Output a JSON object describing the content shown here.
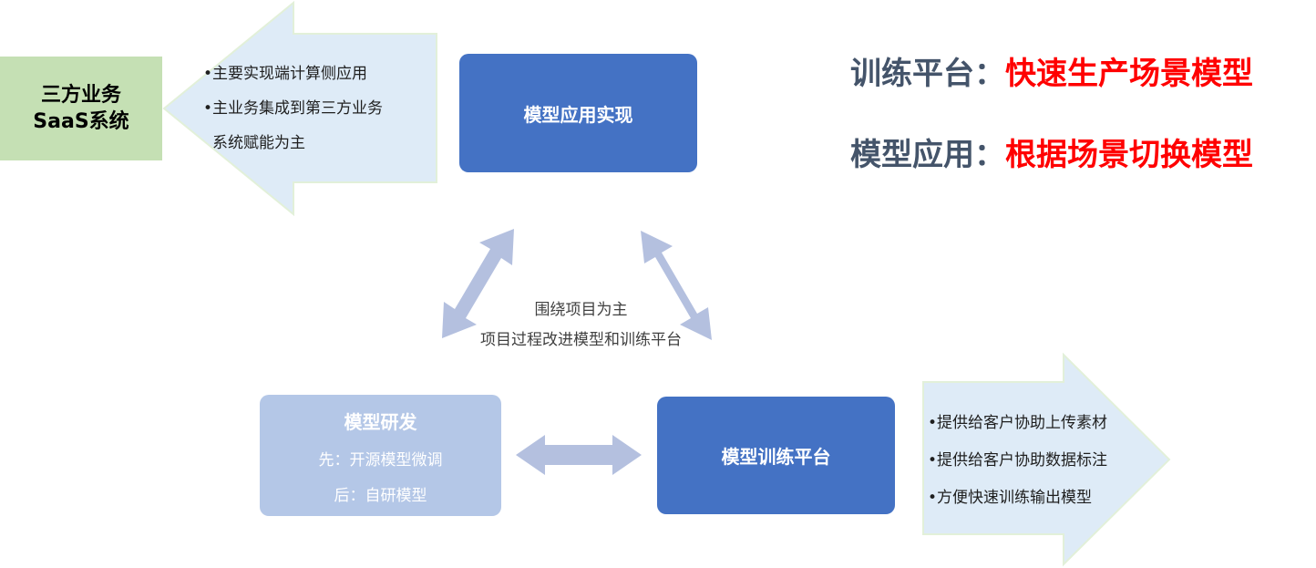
{
  "saas_box": {
    "line1": "三方业务",
    "line2": "SaaS系统"
  },
  "left_arrow": {
    "bullet1": "•主要实现端计算侧应用",
    "bullet2": "•主业务集成到第三方业务",
    "bullet2_cont": "系统赋能为主"
  },
  "app_box": {
    "label": "模型应用实现"
  },
  "headlines": [
    {
      "key": "训练平台：",
      "value": "快速生产场景模型"
    },
    {
      "key": "模型应用：",
      "value": "根据场景切换模型"
    }
  ],
  "center": {
    "line1": "围绕项目为主",
    "line2": "项目过程改进模型和训练平台"
  },
  "dev_box": {
    "title": "模型研发",
    "line1": "先：开源模型微调",
    "line2": "后：自研模型"
  },
  "train_box": {
    "label": "模型训练平台"
  },
  "right_arrow": {
    "bullet1": "•提供给客户协助上传素材",
    "bullet2": "•提供给客户协助数据标注",
    "bullet3": "•方便快速训练输出模型"
  },
  "colors": {
    "box_blue": "#4472c4",
    "box_light": "#b4c7e7",
    "saas_green": "#c5e0b4",
    "arrow_fill": "#deebf7",
    "arrow_border": "#e2f0d9",
    "connector": "#b4c0df",
    "headline_key": "#44546a",
    "headline_value": "#ff0000"
  }
}
